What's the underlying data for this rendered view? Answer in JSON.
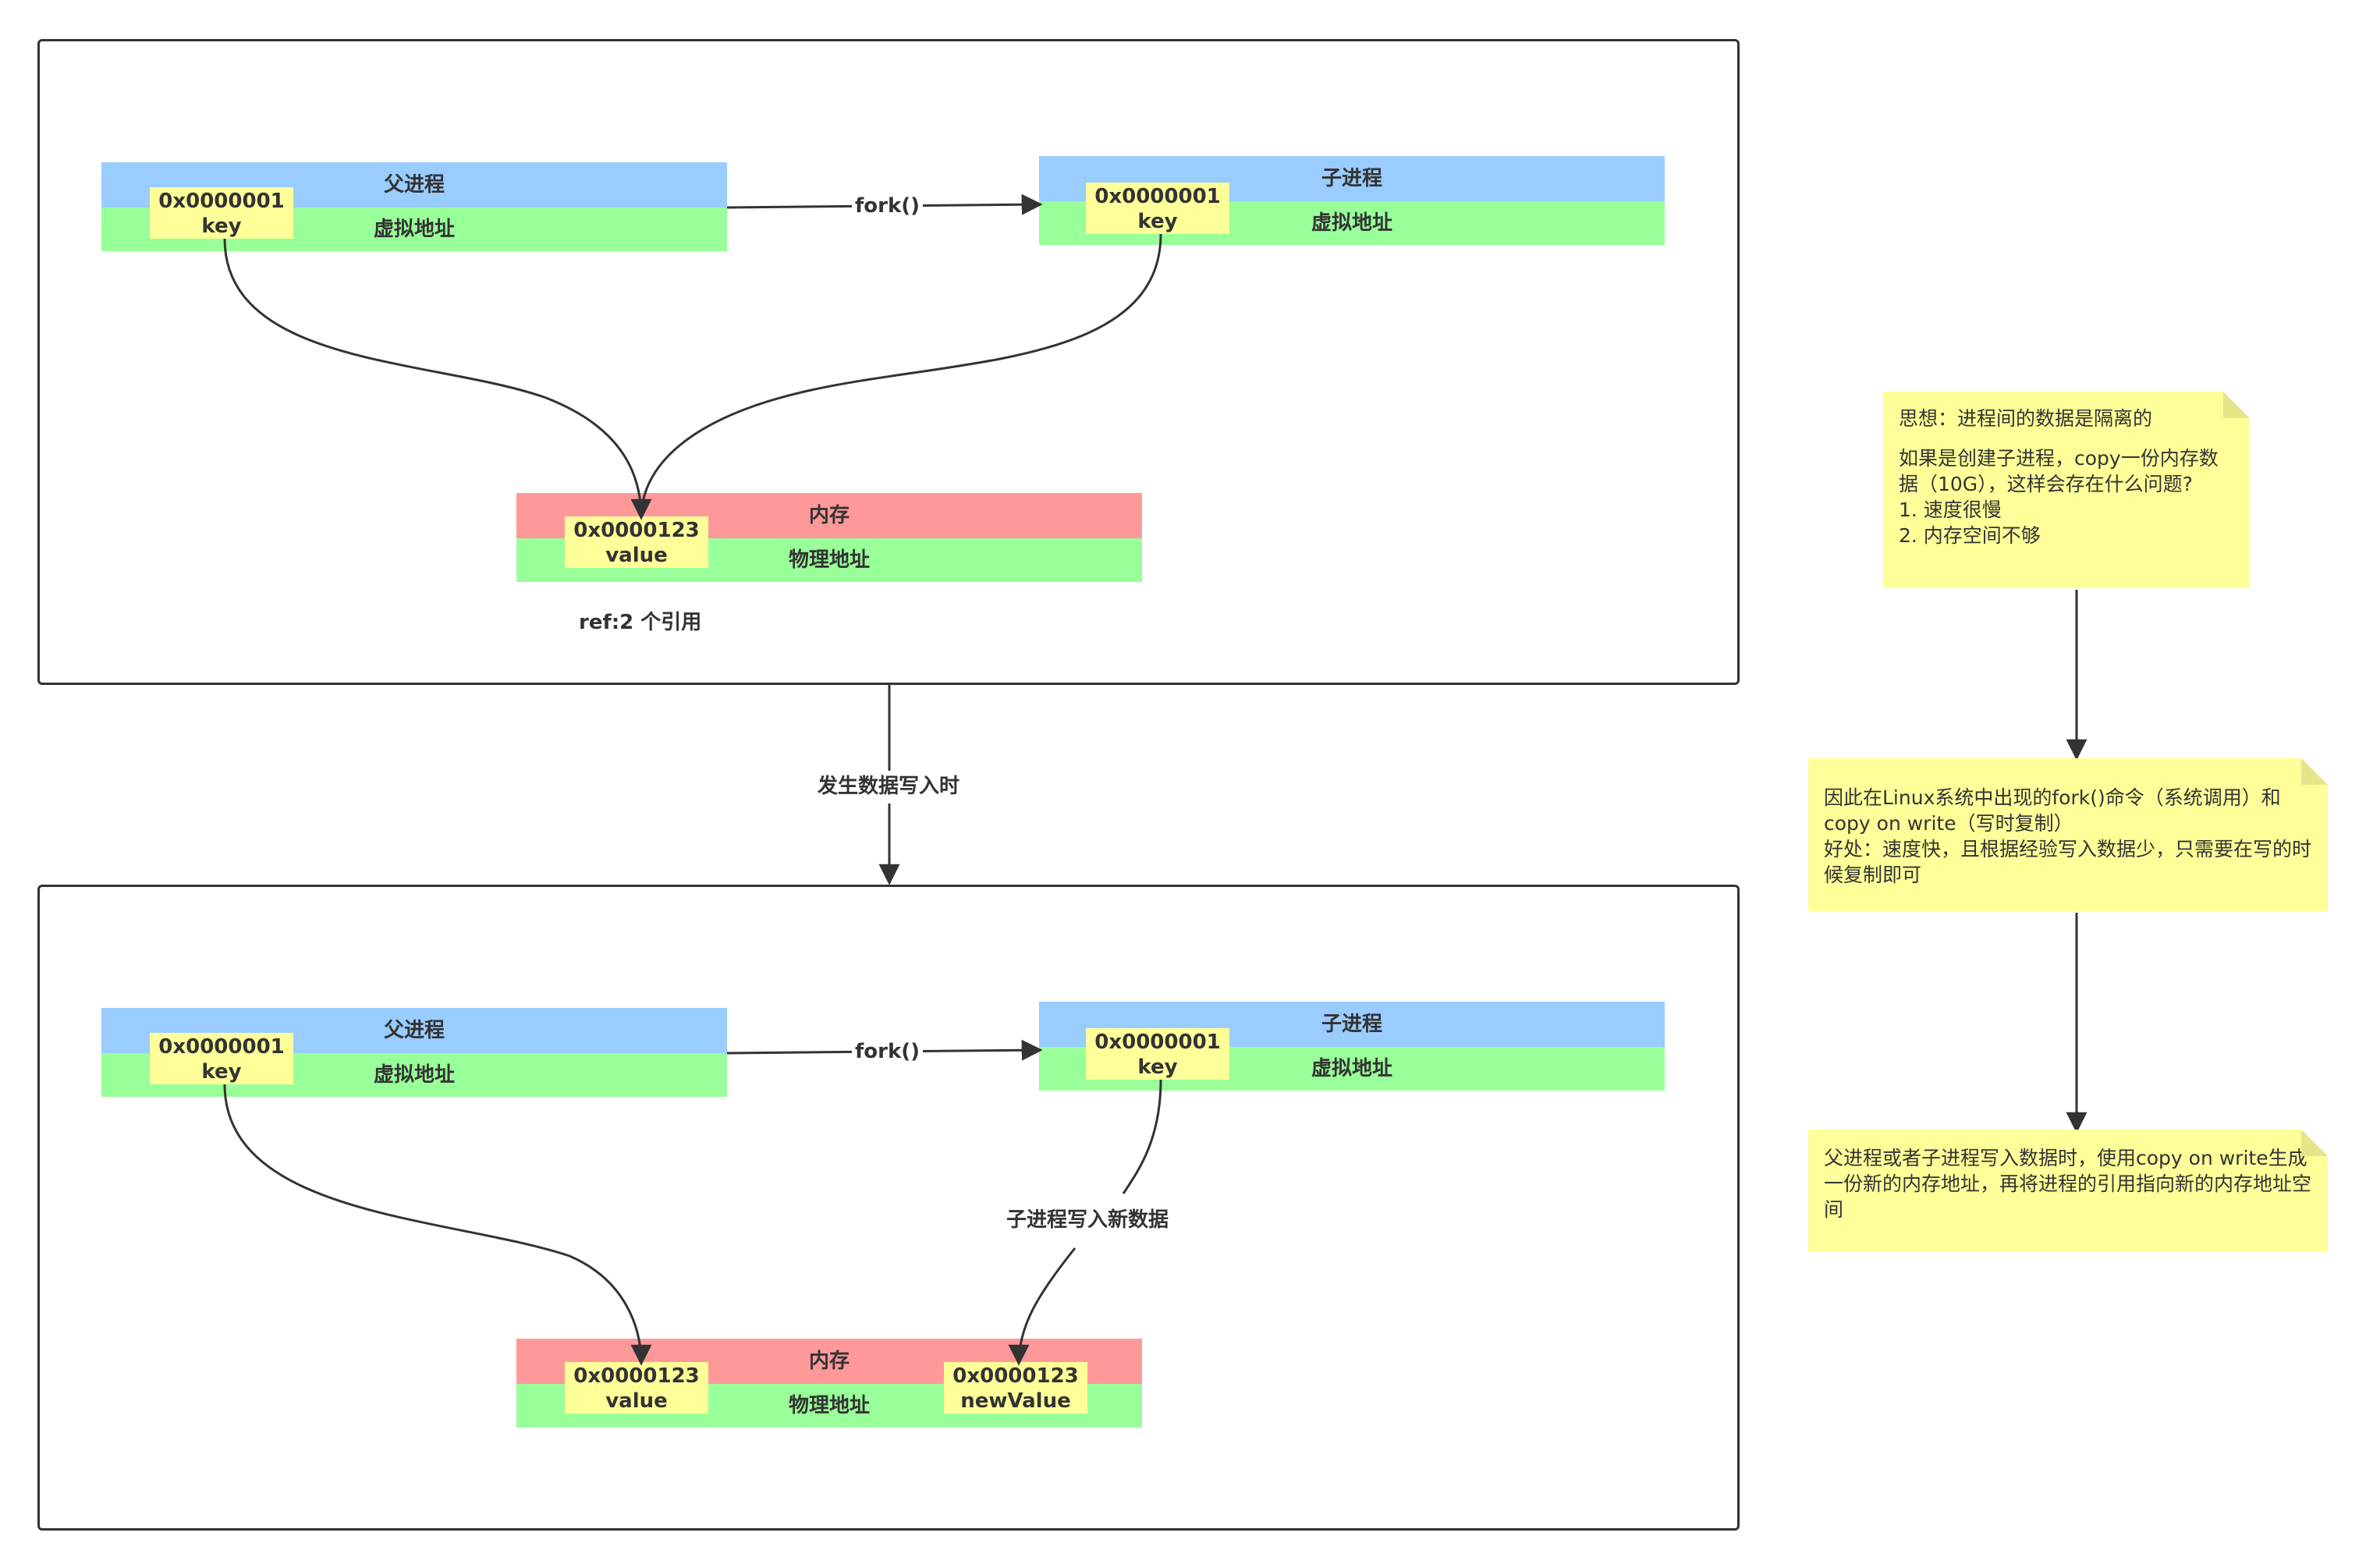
{
  "top_diagram": {
    "parent": {
      "title": "父进程",
      "subtitle": "虚拟地址",
      "cell_addr": "0x0000001",
      "cell_key": "key"
    },
    "child": {
      "title": "子进程",
      "subtitle": "虚拟地址",
      "cell_addr": "0x0000001",
      "cell_key": "key"
    },
    "fork_label": "fork()",
    "memory": {
      "title": "内存",
      "subtitle": "物理地址",
      "cell_addr": "0x0000123",
      "cell_value": "value"
    },
    "ref_label": "ref:2 个引用"
  },
  "transition_label": "发生数据写入时",
  "bottom_diagram": {
    "parent": {
      "title": "父进程",
      "subtitle": "虚拟地址",
      "cell_addr": "0x0000001",
      "cell_key": "key"
    },
    "child": {
      "title": "子进程",
      "subtitle": "虚拟地址",
      "cell_addr": "0x0000001",
      "cell_key": "key"
    },
    "fork_label": "fork()",
    "write_label": "子进程写入新数据",
    "memory": {
      "title": "内存",
      "subtitle": "物理地址",
      "cell_addr": "0x0000123",
      "cell_value": "value",
      "new_cell_addr": "0x0000123",
      "new_cell_value": "newValue"
    }
  },
  "notes": {
    "note1": {
      "line1": "思想：进程间的数据是隔离的",
      "line2": "如果是创建子进程，copy一份内存数据（10G），这样会存在什么问题?",
      "line3": "1. 速度很慢",
      "line4": "2. 内存空间不够"
    },
    "note2": {
      "line1": "因此在Linux系统中出现的fork()命令（系统调用）和copy on write（写时复制）",
      "line2": "好处：速度快，且根据经验写入数据少，只需要在写的时候复制即可"
    },
    "note3": {
      "line1": "父进程或者子进程写入数据时，使用copy on write生成一份新的内存地址，再将进程的引用指向新的内存地址空间"
    }
  },
  "colors": {
    "header_blue": "#99ccff",
    "address_green": "#99ff99",
    "memory_red": "#ff9999",
    "cell_yellow": "#ffff99",
    "note_yellow": "#ffff99",
    "line": "#333333"
  }
}
